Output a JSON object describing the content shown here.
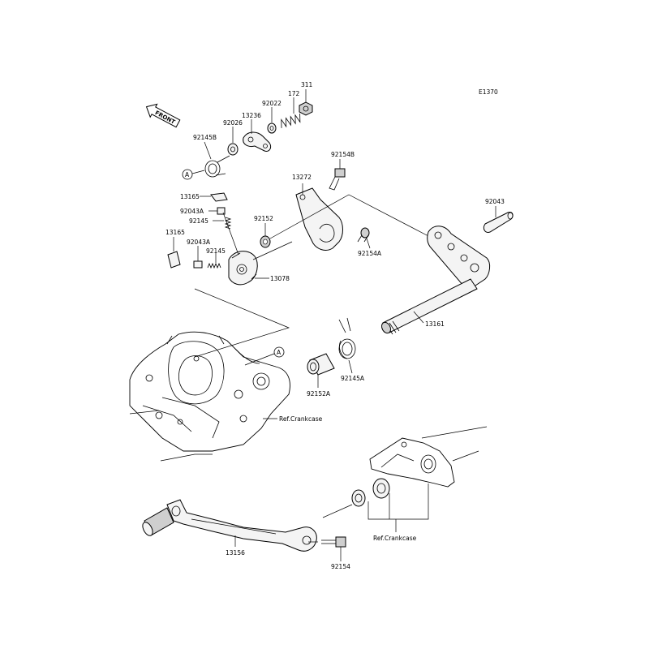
{
  "figure_code": "E1370",
  "front_arrow_text": "FRONT",
  "callout_letter": "A",
  "labels": {
    "p311": "311",
    "p172": "172",
    "p92022": "92022",
    "p13236": "13236",
    "p92026": "92026",
    "p92145b": "92145B",
    "p92154b": "92154B",
    "p13272": "13272",
    "p13165_top": "13165",
    "p92043a_top": "92043A",
    "p92145_top": "92145",
    "p92152": "92152",
    "p92154a": "92154A",
    "p13165_left": "13165",
    "p92043a_left": "92043A",
    "p92145_left": "92145",
    "p13078": "13078",
    "p92043": "92043",
    "p13161": "13161",
    "p92145a": "92145A",
    "p92152a": "92152A",
    "ref_crankcase_upper": "Ref.Crankcase",
    "ref_crankcase_lower": "Ref.Crankcase",
    "p13156": "13156",
    "p92154": "92154"
  }
}
